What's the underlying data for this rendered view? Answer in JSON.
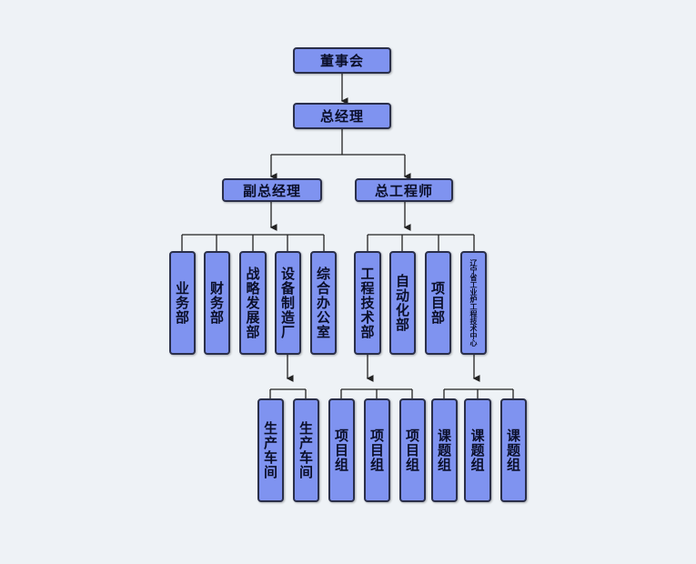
{
  "colors": {
    "box": "#7f93f0",
    "border": "#2a2f4a",
    "line": "#222222",
    "background": "#eef2f6"
  },
  "level1": "董事会",
  "level2": "总经理",
  "level3": [
    "副总经理",
    "总工程师"
  ],
  "left_departments": [
    "业务部",
    "财务部",
    "战略发展部",
    "设备制造厂",
    "综合办公室"
  ],
  "right_departments": [
    "工程技术部",
    "自动化部",
    "项目部",
    "辽宁省工业炉工程技术中心"
  ],
  "workshops": [
    "生产车间",
    "生产车间"
  ],
  "project_groups": [
    "项目组",
    "项目组",
    "项目组"
  ],
  "research_groups": [
    "课题组",
    "课题组",
    "课题组"
  ]
}
